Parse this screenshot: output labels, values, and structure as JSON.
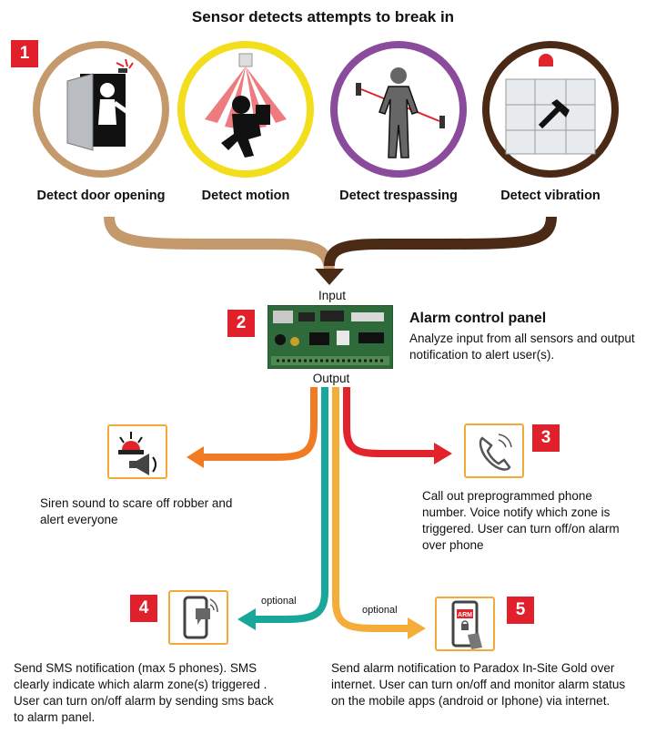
{
  "title": "Sensor detects attempts to break in",
  "steps": {
    "s1": "1",
    "s2": "2",
    "s3": "3",
    "s4": "4",
    "s5": "5"
  },
  "detectors": [
    {
      "label": "Detect door opening",
      "icon": "door-icon",
      "ring_color": "#c49a6c"
    },
    {
      "label": "Detect motion",
      "icon": "motion-icon",
      "ring_color": "#f2de1c"
    },
    {
      "label": "Detect trespassing",
      "icon": "trespass-icon",
      "ring_color": "#8a4b9c"
    },
    {
      "label": "Detect vibration",
      "icon": "vibration-icon",
      "ring_color": "#4a2a14"
    }
  ],
  "panel": {
    "input_label": "Input",
    "output_label": "Output",
    "title": "Alarm control panel",
    "description": "Analyze input from all sensors and output notification to alert user(s)."
  },
  "outputs": {
    "siren": {
      "text": "Siren sound to scare off robber and alert everyone",
      "color": "#f07b23"
    },
    "call": {
      "text": "Call out preprogrammed phone number. Voice notify which zone is triggered. User can turn off/on alarm over phone",
      "color": "#e3232b"
    },
    "sms": {
      "text": "Send SMS notification (max 5 phones). SMS clearly indicate which alarm zone(s) triggered . User can turn on/off alarm by sending sms back to alarm panel.",
      "optional": "optional",
      "color": "#1aa79b"
    },
    "app": {
      "text": "Send alarm notification to Paradox In-Site Gold over internet. User can turn on/off and monitor alarm status on the mobile apps (android or Iphone) via internet.",
      "optional": "optional",
      "arm_label": "ARM",
      "color": "#f5ad3a"
    }
  },
  "colors": {
    "step_red": "#e0202a",
    "icon_border": "#f4a93b",
    "panel_green": "#2f6a3a"
  }
}
